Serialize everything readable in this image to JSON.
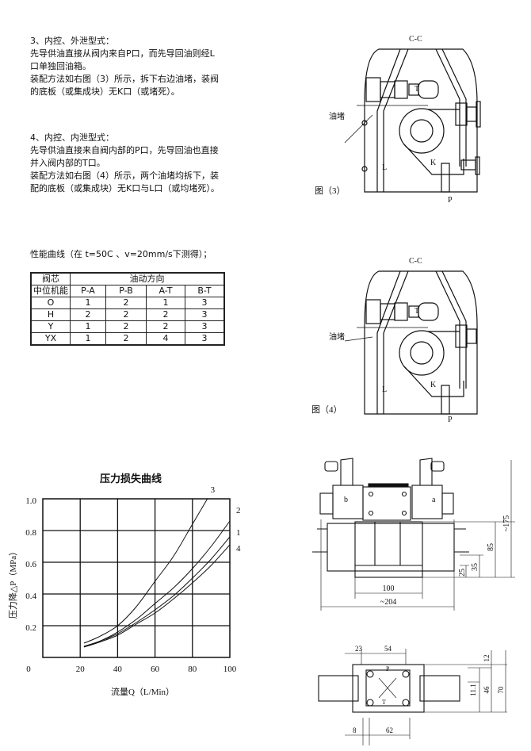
{
  "section3": {
    "title": "3、内控、外泄型式：",
    "lines": [
      "先导供油直接从阀内来自P口，而先导回油则经L",
      "口单独回油箱。",
      "装配方法如右图（3）所示，拆下右边油堵，装阀",
      "的底板（或集成块）无K口（或堵死）。"
    ]
  },
  "section4": {
    "title": "4、内控、内泄型式：",
    "lines": [
      "先导供油直接来自阀内部的P口，先导回油也直接",
      "并入阀内部的T口。",
      "装配方法如右图（4）所示，两个油堵均拆下，装",
      "配的底板（或集成块）无K口与L口（或均堵死）。"
    ]
  },
  "performance_note": "性能曲线（在 t=50C 、v=20mm/s下测得）；",
  "table": {
    "corner_top": "阀芯",
    "corner_bottom": "中位机能",
    "group_header": "油动方向",
    "columns": [
      "P-A",
      "P-B",
      "A-T",
      "B-T"
    ],
    "rows": [
      {
        "name": "O",
        "values": [
          "1",
          "2",
          "1",
          "3"
        ]
      },
      {
        "name": "H",
        "values": [
          "2",
          "2",
          "2",
          "3"
        ]
      },
      {
        "name": "Y",
        "values": [
          "1",
          "2",
          "2",
          "3"
        ]
      },
      {
        "name": "YX",
        "values": [
          "1",
          "2",
          "4",
          "3"
        ]
      }
    ]
  },
  "figure3": {
    "section": "C-C",
    "caption": "图（3）",
    "plug": "油堵",
    "T": "T",
    "L": "L",
    "K": "K",
    "P": "P"
  },
  "figure4": {
    "section": "C-C",
    "caption": "图（4）",
    "plug": "油堵",
    "T": "T",
    "L": "L",
    "K": "K",
    "P": "P"
  },
  "front_view": {
    "a": "a",
    "b": "b",
    "dims": {
      "d175": "~175",
      "d85": "85",
      "d35": "35",
      "d25": "25",
      "d100": "100",
      "d204": "~204"
    }
  },
  "top_view": {
    "dims": {
      "d23": "23",
      "d54": "54",
      "d12": "12",
      "d11": "11.1",
      "d46": "46",
      "d70": "70",
      "d8": "8",
      "d62": "62"
    },
    "P": "P",
    "T": "T"
  },
  "chart_data": {
    "type": "line",
    "title": "压力损失曲线",
    "xlabel": "流量Q（L/Min）",
    "ylabel": "压力降△P（MPa）",
    "xlim": [
      0,
      100
    ],
    "ylim": [
      0,
      1.0
    ],
    "grid": true,
    "xticks": [
      {
        "value": 0,
        "label": "0"
      },
      {
        "value": 20,
        "label": "20"
      },
      {
        "value": 40,
        "label": "40"
      },
      {
        "value": 60,
        "label": "60"
      },
      {
        "value": 80,
        "label": "80"
      },
      {
        "value": 100,
        "label": "100"
      }
    ],
    "yticks": [
      {
        "value": 0.2,
        "label": "0.2"
      },
      {
        "value": 0.4,
        "label": "0.4"
      },
      {
        "value": 0.6,
        "label": "0.6"
      },
      {
        "value": 0.8,
        "label": "0.8"
      },
      {
        "value": 1.0,
        "label": "1.0"
      }
    ],
    "series": [
      {
        "name": "3",
        "x": [
          22,
          30,
          40,
          50,
          60,
          70,
          80,
          88
        ],
        "y": [
          0.09,
          0.13,
          0.2,
          0.32,
          0.48,
          0.64,
          0.84,
          1.0
        ]
      },
      {
        "name": "2",
        "x": [
          22,
          30,
          40,
          50,
          60,
          70,
          80,
          90,
          100
        ],
        "y": [
          0.07,
          0.1,
          0.16,
          0.24,
          0.34,
          0.44,
          0.56,
          0.7,
          0.86
        ]
      },
      {
        "name": "1",
        "x": [
          22,
          30,
          40,
          50,
          60,
          70,
          80,
          90,
          100
        ],
        "y": [
          0.07,
          0.1,
          0.15,
          0.22,
          0.3,
          0.39,
          0.5,
          0.62,
          0.76
        ]
      },
      {
        "name": "4",
        "x": [
          22,
          30,
          40,
          50,
          60,
          70,
          80,
          90,
          100
        ],
        "y": [
          0.065,
          0.095,
          0.14,
          0.21,
          0.28,
          0.37,
          0.47,
          0.58,
          0.71
        ]
      }
    ]
  }
}
